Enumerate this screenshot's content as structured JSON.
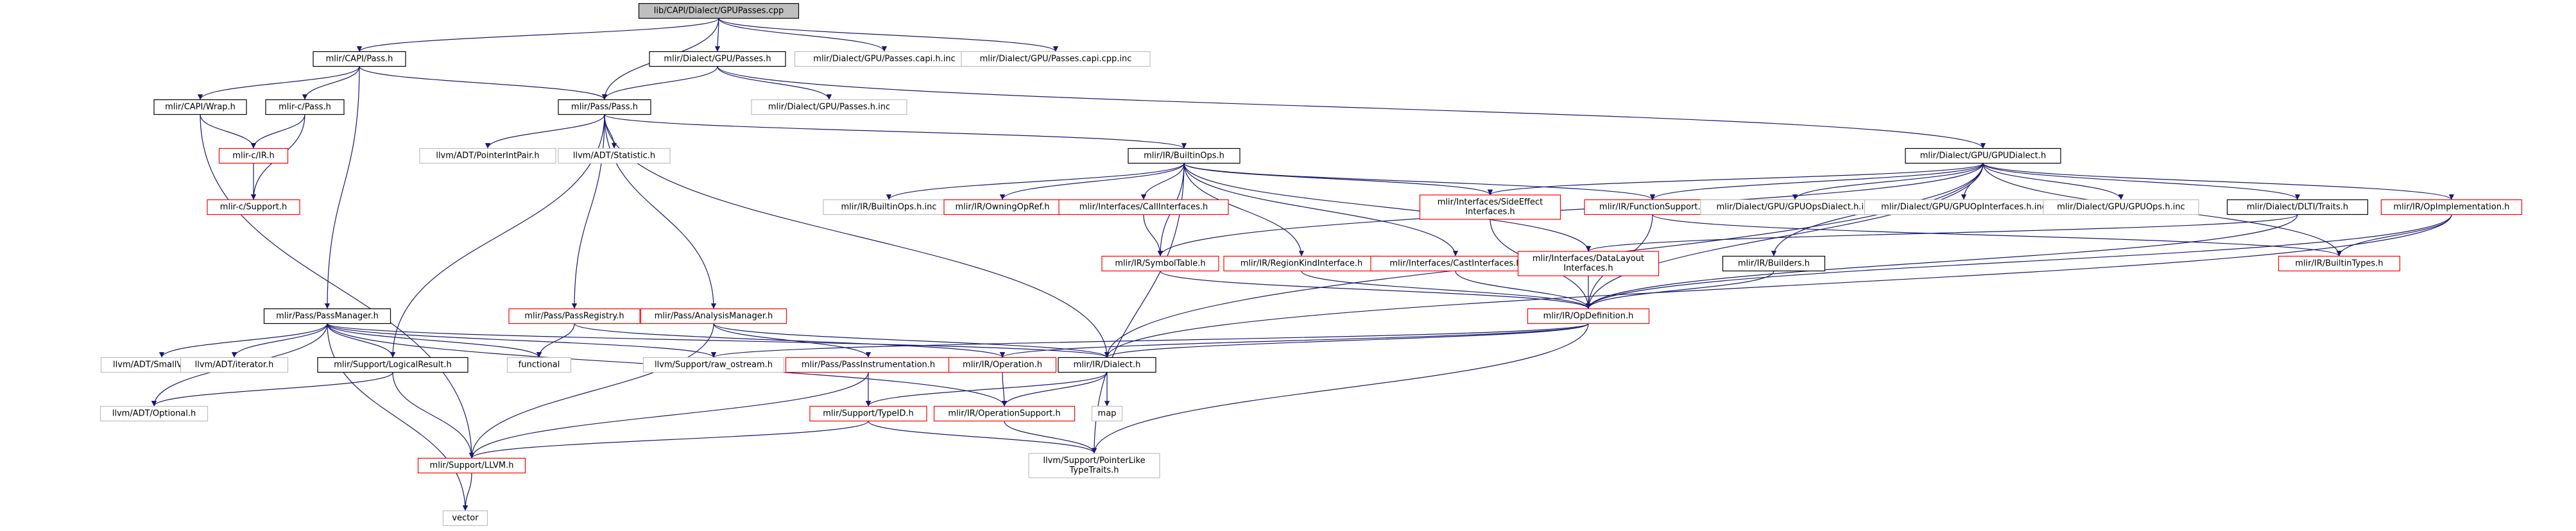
{
  "colors": {
    "edge": "#191970",
    "root_fill": "#bfbfbf",
    "node_fill": "#ffffff",
    "border_black": "#000000",
    "border_red": "#ff0000",
    "border_grey": "#bfbfbf"
  },
  "nodes": [
    {
      "id": "root",
      "label": "lib/CAPI/Dialect/GPUPasses.cpp",
      "style": "root"
    },
    {
      "id": "capi_pass",
      "label": "mlir/CAPI/Pass.h",
      "style": "black"
    },
    {
      "id": "gpu_passes",
      "label": "mlir/Dialect/GPU/Passes.h",
      "style": "black"
    },
    {
      "id": "passes_capi_h",
      "label": "mlir/Dialect/GPU/Passes.capi.h.inc",
      "style": "grey"
    },
    {
      "id": "passes_capi_cpp",
      "label": "mlir/Dialect/GPU/Passes.capi.cpp.inc",
      "style": "grey"
    },
    {
      "id": "capi_wrap",
      "label": "mlir/CAPI/Wrap.h",
      "style": "black"
    },
    {
      "id": "c_pass",
      "label": "mlir-c/Pass.h",
      "style": "black"
    },
    {
      "id": "pass_pass",
      "label": "mlir/Pass/Pass.h",
      "style": "black"
    },
    {
      "id": "gpu_passes_inc",
      "label": "mlir/Dialect/GPU/Passes.h.inc",
      "style": "grey"
    },
    {
      "id": "c_ir",
      "label": "mlir-c/IR.h",
      "style": "red"
    },
    {
      "id": "c_support",
      "label": "mlir-c/Support.h",
      "style": "red"
    },
    {
      "id": "pointerintpair",
      "label": "llvm/ADT/PointerIntPair.h",
      "style": "grey"
    },
    {
      "id": "statistic",
      "label": "llvm/ADT/Statistic.h",
      "style": "grey"
    },
    {
      "id": "builtinops",
      "label": "mlir/IR/BuiltinOps.h",
      "style": "black"
    },
    {
      "id": "gpudialect",
      "label": "mlir/Dialect/GPU/GPUDialect.h",
      "style": "black"
    },
    {
      "id": "builtinops_inc",
      "label": "mlir/IR/BuiltinOps.h.inc",
      "style": "grey"
    },
    {
      "id": "owningopref",
      "label": "mlir/IR/OwningOpRef.h",
      "style": "red"
    },
    {
      "id": "callinterfaces",
      "label": "mlir/Interfaces/CallInterfaces.h",
      "style": "red"
    },
    {
      "id": "regionkind",
      "label": "mlir/IR/RegionKindInterface.h",
      "style": "red"
    },
    {
      "id": "castinterfaces",
      "label": "mlir/Interfaces/CastInterfaces.h",
      "style": "red"
    },
    {
      "id": "sideeffect",
      "label": "mlir/Interfaces/SideEffect\nInterfaces.h",
      "style": "red"
    },
    {
      "id": "functionsupport",
      "label": "mlir/IR/FunctionSupport.h",
      "style": "red"
    },
    {
      "id": "gpuopsdialect_inc",
      "label": "mlir/Dialect/GPU/GPUOpsDialect.h.inc",
      "style": "grey"
    },
    {
      "id": "gpuopinterfaces_inc",
      "label": "mlir/Dialect/GPU/GPUOpInterfaces.h.inc",
      "style": "grey"
    },
    {
      "id": "gpuops_inc",
      "label": "mlir/Dialect/GPU/GPUOps.h.inc",
      "style": "grey"
    },
    {
      "id": "dlti_traits",
      "label": "mlir/Dialect/DLTI/Traits.h",
      "style": "black"
    },
    {
      "id": "opimplementation",
      "label": "mlir/IR/OpImplementation.h",
      "style": "red"
    },
    {
      "id": "symboltable",
      "label": "mlir/IR/SymbolTable.h",
      "style": "red"
    },
    {
      "id": "datalayout",
      "label": "mlir/Interfaces/DataLayout\nInterfaces.h",
      "style": "red"
    },
    {
      "id": "ir_builders",
      "label": "mlir/IR/Builders.h",
      "style": "black"
    },
    {
      "id": "builtintypes",
      "label": "mlir/IR/BuiltinTypes.h",
      "style": "red"
    },
    {
      "id": "passregistry",
      "label": "mlir/Pass/PassRegistry.h",
      "style": "red"
    },
    {
      "id": "analysismanager",
      "label": "mlir/Pass/AnalysisManager.h",
      "style": "red"
    },
    {
      "id": "passmanager",
      "label": "mlir/Pass/PassManager.h",
      "style": "black"
    },
    {
      "id": "opdefinition",
      "label": "mlir/IR/OpDefinition.h",
      "style": "red"
    },
    {
      "id": "smallvector",
      "label": "llvm/ADT/SmallVector.h",
      "style": "grey"
    },
    {
      "id": "adt_iterator",
      "label": "llvm/ADT/iterator.h",
      "style": "grey"
    },
    {
      "id": "logicalresult",
      "label": "mlir/Support/LogicalResult.h",
      "style": "black"
    },
    {
      "id": "functional",
      "label": "functional",
      "style": "grey"
    },
    {
      "id": "raw_ostream",
      "label": "llvm/Support/raw_ostream.h",
      "style": "grey"
    },
    {
      "id": "passinstrumentation",
      "label": "mlir/Pass/PassInstrumentation.h",
      "style": "red"
    },
    {
      "id": "ir_operation",
      "label": "mlir/IR/Operation.h",
      "style": "red"
    },
    {
      "id": "ir_dialect",
      "label": "mlir/IR/Dialect.h",
      "style": "black"
    },
    {
      "id": "adt_optional",
      "label": "llvm/ADT/Optional.h",
      "style": "grey"
    },
    {
      "id": "typeid",
      "label": "mlir/Support/TypeID.h",
      "style": "red"
    },
    {
      "id": "operationsupport",
      "label": "mlir/IR/OperationSupport.h",
      "style": "red"
    },
    {
      "id": "map",
      "label": "map",
      "style": "grey"
    },
    {
      "id": "support_llvm",
      "label": "mlir/Support/LLVM.h",
      "style": "red"
    },
    {
      "id": "pointerliketypetraits",
      "label": "llvm/Support/PointerLike\nTypeTraits.h",
      "style": "grey"
    },
    {
      "id": "vector",
      "label": "vector",
      "style": "grey"
    }
  ],
  "edges": [
    [
      "root",
      "capi_pass"
    ],
    [
      "root",
      "pass_pass"
    ],
    [
      "root",
      "gpu_passes"
    ],
    [
      "root",
      "passes_capi_h"
    ],
    [
      "root",
      "passes_capi_cpp"
    ],
    [
      "capi_pass",
      "capi_wrap"
    ],
    [
      "capi_pass",
      "c_pass"
    ],
    [
      "capi_pass",
      "pass_pass"
    ],
    [
      "capi_pass",
      "passmanager"
    ],
    [
      "gpu_passes",
      "pass_pass"
    ],
    [
      "gpu_passes",
      "gpu_passes_inc"
    ],
    [
      "gpu_passes",
      "gpudialect"
    ],
    [
      "capi_wrap",
      "c_ir"
    ],
    [
      "capi_wrap",
      "support_llvm"
    ],
    [
      "c_pass",
      "c_ir"
    ],
    [
      "c_pass",
      "c_support"
    ],
    [
      "c_ir",
      "c_support"
    ],
    [
      "pass_pass",
      "pointerintpair"
    ],
    [
      "pass_pass",
      "statistic"
    ],
    [
      "pass_pass",
      "builtinops"
    ],
    [
      "pass_pass",
      "passregistry"
    ],
    [
      "pass_pass",
      "analysismanager"
    ],
    [
      "pass_pass",
      "logicalresult"
    ],
    [
      "pass_pass",
      "ir_dialect"
    ],
    [
      "builtinops",
      "builtinops_inc"
    ],
    [
      "builtinops",
      "owningopref"
    ],
    [
      "builtinops",
      "callinterfaces"
    ],
    [
      "builtinops",
      "symboltable"
    ],
    [
      "builtinops",
      "regionkind"
    ],
    [
      "builtinops",
      "castinterfaces"
    ],
    [
      "builtinops",
      "sideeffect"
    ],
    [
      "builtinops",
      "functionsupport"
    ],
    [
      "builtinops",
      "datalayout"
    ],
    [
      "builtinops",
      "pointerliketypetraits"
    ],
    [
      "gpudialect",
      "symboltable"
    ],
    [
      "gpudialect",
      "sideeffect"
    ],
    [
      "gpudialect",
      "functionsupport"
    ],
    [
      "gpudialect",
      "gpuopsdialect_inc"
    ],
    [
      "gpudialect",
      "gpuopinterfaces_inc"
    ],
    [
      "gpudialect",
      "gpuops_inc"
    ],
    [
      "gpudialect",
      "dlti_traits"
    ],
    [
      "gpudialect",
      "opimplementation"
    ],
    [
      "gpudialect",
      "ir_builders"
    ],
    [
      "gpudialect",
      "builtintypes"
    ],
    [
      "gpudialect",
      "opdefinition"
    ],
    [
      "gpudialect",
      "ir_dialect"
    ],
    [
      "callinterfaces",
      "symboltable"
    ],
    [
      "symboltable",
      "opdefinition"
    ],
    [
      "regionkind",
      "opdefinition"
    ],
    [
      "castinterfaces",
      "opdefinition"
    ],
    [
      "sideeffect",
      "opdefinition"
    ],
    [
      "functionsupport",
      "opdefinition"
    ],
    [
      "functionsupport",
      "builtintypes"
    ],
    [
      "datalayout",
      "opdefinition"
    ],
    [
      "ir_builders",
      "opdefinition"
    ],
    [
      "dlti_traits",
      "datalayout"
    ],
    [
      "dlti_traits",
      "opdefinition"
    ],
    [
      "opimplementation",
      "builtintypes"
    ],
    [
      "opimplementation",
      "opdefinition"
    ],
    [
      "opimplementation",
      "ir_dialect"
    ],
    [
      "opdefinition",
      "ir_operation"
    ],
    [
      "opdefinition",
      "raw_ostream"
    ],
    [
      "opdefinition",
      "ir_dialect"
    ],
    [
      "opdefinition",
      "pointerliketypetraits"
    ],
    [
      "passregistry",
      "functional"
    ],
    [
      "passregistry",
      "ir_operation"
    ],
    [
      "analysismanager",
      "passinstrumentation"
    ],
    [
      "analysismanager",
      "ir_dialect"
    ],
    [
      "analysismanager",
      "support_llvm"
    ],
    [
      "passmanager",
      "smallvector"
    ],
    [
      "passmanager",
      "adt_iterator"
    ],
    [
      "passmanager",
      "logicalresult"
    ],
    [
      "passmanager",
      "functional"
    ],
    [
      "passmanager",
      "raw_ostream"
    ],
    [
      "passmanager",
      "adt_optional"
    ],
    [
      "passmanager",
      "vector"
    ],
    [
      "passmanager",
      "operationsupport"
    ],
    [
      "passmanager",
      "ir_dialect"
    ],
    [
      "logicalresult",
      "adt_optional"
    ],
    [
      "logicalresult",
      "support_llvm"
    ],
    [
      "passinstrumentation",
      "typeid"
    ],
    [
      "passinstrumentation",
      "support_llvm"
    ],
    [
      "ir_operation",
      "operationsupport"
    ],
    [
      "ir_dialect",
      "typeid"
    ],
    [
      "ir_dialect",
      "operationsupport"
    ],
    [
      "ir_dialect",
      "map"
    ],
    [
      "typeid",
      "support_llvm"
    ],
    [
      "typeid",
      "pointerliketypetraits"
    ],
    [
      "operationsupport",
      "pointerliketypetraits"
    ],
    [
      "support_llvm",
      "vector"
    ]
  ]
}
